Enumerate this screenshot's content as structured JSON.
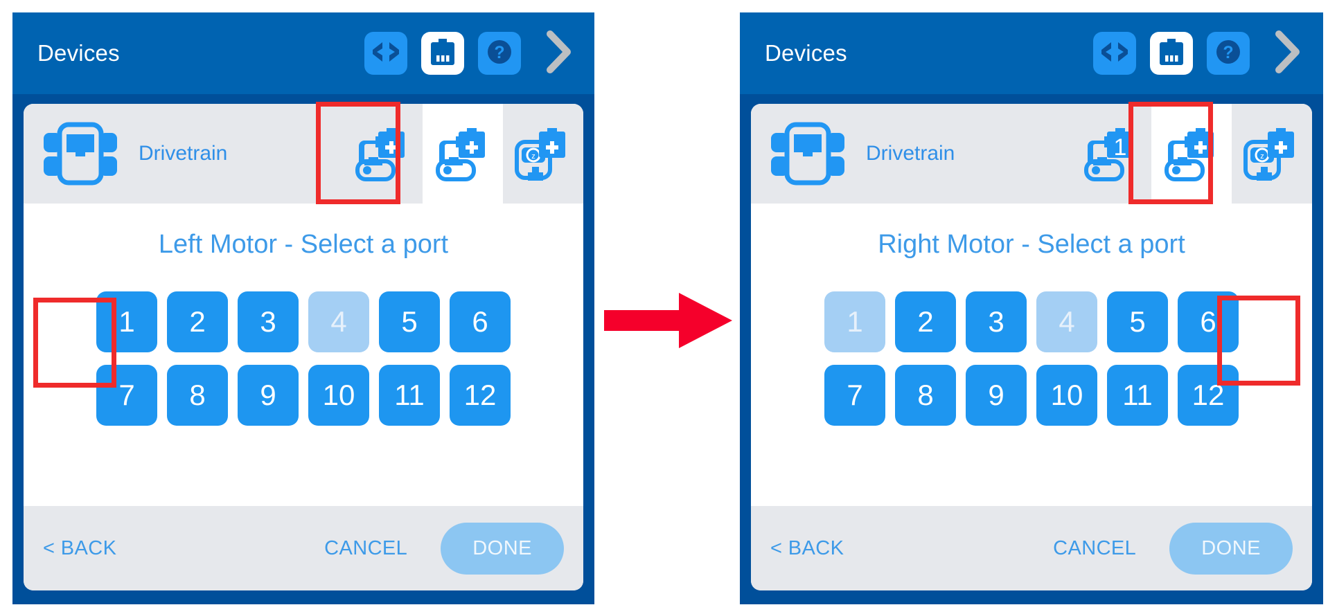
{
  "accent": {
    "nav_bg": "#0063b1",
    "frame_bg": "#004f9a",
    "blue": "#1e96f0",
    "blue_light": "#a4cff4",
    "link": "#3d9ae8",
    "strip_bg": "#e6e8ec",
    "highlight": "#ef2b2b",
    "arrow": "#f5002b"
  },
  "panels": [
    {
      "id": "left",
      "navbar": {
        "title": "Devices",
        "icons": [
          {
            "name": "code-icon",
            "style": "tint"
          },
          {
            "name": "battery-icon",
            "style": "white"
          },
          {
            "name": "help-icon",
            "style": "tint"
          },
          {
            "name": "chevron-right-icon",
            "style": "plain"
          }
        ]
      },
      "device": {
        "icon": "drivetrain-icon",
        "label": "Drivetrain",
        "tools": [
          {
            "name": "add-left-motor-icon",
            "badge": "+",
            "active": false
          },
          {
            "name": "add-right-motor-icon",
            "badge": "+",
            "active": true
          },
          {
            "name": "add-gyro-sensor-icon",
            "badge": "+",
            "active": false
          }
        ]
      },
      "chooser": {
        "title": "Left Motor - Select a port",
        "ports": [
          {
            "label": "1",
            "disabled": false
          },
          {
            "label": "2",
            "disabled": false
          },
          {
            "label": "3",
            "disabled": false
          },
          {
            "label": "4",
            "disabled": true
          },
          {
            "label": "5",
            "disabled": false
          },
          {
            "label": "6",
            "disabled": false
          },
          {
            "label": "7",
            "disabled": false
          },
          {
            "label": "8",
            "disabled": false
          },
          {
            "label": "9",
            "disabled": false
          },
          {
            "label": "10",
            "disabled": false
          },
          {
            "label": "11",
            "disabled": false
          },
          {
            "label": "12",
            "disabled": false
          }
        ],
        "selected_port": "1"
      },
      "footer": {
        "back": "< BACK",
        "cancel": "CANCEL",
        "done": "DONE"
      }
    },
    {
      "id": "right",
      "navbar": {
        "title": "Devices",
        "icons": [
          {
            "name": "code-icon",
            "style": "tint"
          },
          {
            "name": "battery-icon",
            "style": "white"
          },
          {
            "name": "help-icon",
            "style": "tint"
          },
          {
            "name": "chevron-right-icon",
            "style": "plain"
          }
        ]
      },
      "device": {
        "icon": "drivetrain-icon",
        "label": "Drivetrain",
        "tools": [
          {
            "name": "left-motor-port-icon",
            "badge": "1",
            "active": false
          },
          {
            "name": "add-right-motor-icon",
            "badge": "+",
            "active": true
          },
          {
            "name": "add-gyro-sensor-icon",
            "badge": "+",
            "active": false
          }
        ]
      },
      "chooser": {
        "title": "Right Motor - Select a port",
        "ports": [
          {
            "label": "1",
            "disabled": true
          },
          {
            "label": "2",
            "disabled": false
          },
          {
            "label": "3",
            "disabled": false
          },
          {
            "label": "4",
            "disabled": true
          },
          {
            "label": "5",
            "disabled": false
          },
          {
            "label": "6",
            "disabled": false
          },
          {
            "label": "7",
            "disabled": false
          },
          {
            "label": "8",
            "disabled": false
          },
          {
            "label": "9",
            "disabled": false
          },
          {
            "label": "10",
            "disabled": false
          },
          {
            "label": "11",
            "disabled": false
          },
          {
            "label": "12",
            "disabled": false
          }
        ],
        "selected_port": "6"
      },
      "footer": {
        "back": "< BACK",
        "cancel": "CANCEL",
        "done": "DONE"
      }
    }
  ],
  "annotation": {
    "arrow": "right-arrow-annotation",
    "highlights": [
      "left-tool-right-motor",
      "left-port-1",
      "right-tool-right-motor",
      "right-port-6"
    ]
  }
}
